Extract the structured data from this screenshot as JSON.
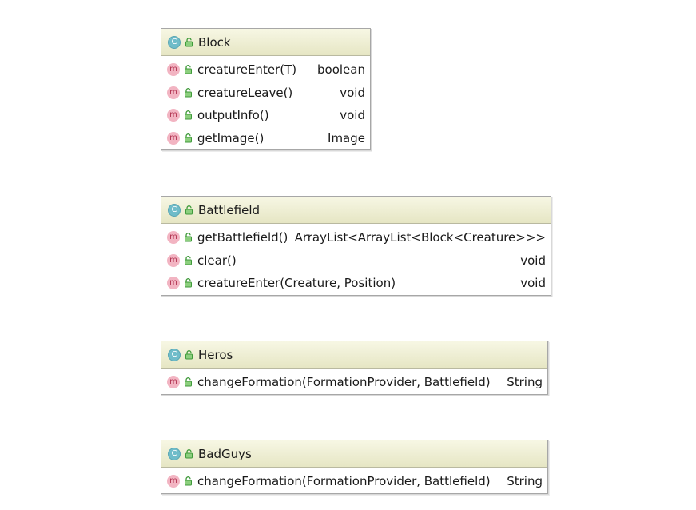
{
  "classes": [
    {
      "name": "Block",
      "kind_badge": "C",
      "methods": [
        {
          "name": "creatureEnter(T)",
          "return_type": "boolean"
        },
        {
          "name": "creatureLeave()",
          "return_type": "void"
        },
        {
          "name": "outputInfo()",
          "return_type": "void"
        },
        {
          "name": "getImage()",
          "return_type": "Image"
        }
      ]
    },
    {
      "name": "Battlefield",
      "kind_badge": "C",
      "methods": [
        {
          "name": "getBattlefield()",
          "return_type": "ArrayList<ArrayList<Block<Creature>>>"
        },
        {
          "name": "clear()",
          "return_type": "void"
        },
        {
          "name": "creatureEnter(Creature, Position)",
          "return_type": "void"
        }
      ]
    },
    {
      "name": "Heros",
      "kind_badge": "C",
      "methods": [
        {
          "name": "changeFormation(FormationProvider, Battlefield)",
          "return_type": "String"
        }
      ]
    },
    {
      "name": "BadGuys",
      "kind_badge": "C",
      "methods": [
        {
          "name": "changeFormation(FormationProvider, Battlefield)",
          "return_type": "String"
        }
      ]
    }
  ],
  "method_badge": "m",
  "icon_names": {
    "class_badge": "class-icon",
    "method_badge": "method-icon",
    "visibility": "public-lock-icon"
  },
  "colors": {
    "header_top": "#f7f7e4",
    "header_bottom": "#e6e6c4",
    "class_badge": "#6fbcc9",
    "method_badge": "#f2b4c2",
    "lock_green": "#3f9a3a",
    "border": "#a7a7a7"
  }
}
